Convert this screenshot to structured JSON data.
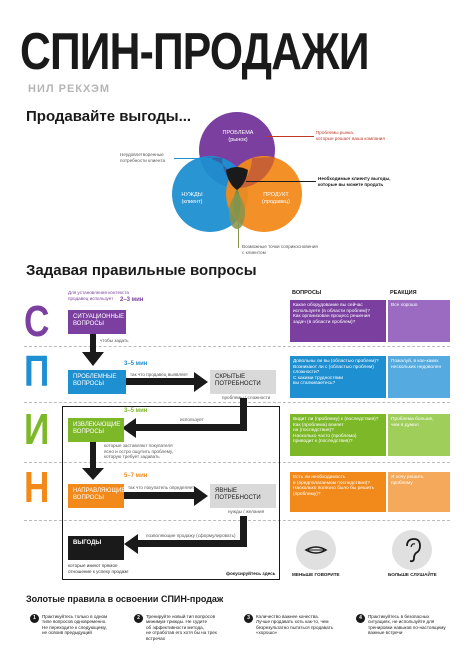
{
  "header": {
    "title": "СПИН-ПРОДАЖИ",
    "author": "НИЛ РЕКХЭМ"
  },
  "venn": {
    "heading": "Продавайте выгоды...",
    "problem": "ПРОБЛЕМА\n(рынок)",
    "need": "НУЖДЫ\n(клиент)",
    "product": "ПРОДУКТ\n(продавец)",
    "note_left": "Неудовлетворенные\nпотребности клиента",
    "note_top": "Проблемы рынка,\nкоторые решает ваша компания",
    "note_right": "Необходимые клиенту выгоды,\nкоторые вы можете продать",
    "note_bottom": "Возможные точки соприкосновения\nс клиентом",
    "colors": {
      "problem": "#7b3fa0",
      "need": "#1e8fd1",
      "product": "#f28a1b",
      "center": "#1a1a1a"
    }
  },
  "spin": {
    "heading": "Задавая правильные вопросы",
    "col_questions": "ВОПРОСЫ",
    "col_reaction": "РЕАКЦИЯ",
    "letters": [
      "С",
      "П",
      "И",
      "Н"
    ],
    "letter_colors": [
      "#7b3fa0",
      "#1e8fd1",
      "#7db829",
      "#f28a1b"
    ],
    "intro_note": "Для установления контекста\nпродавец использует",
    "s_time": "2–3 мин",
    "s_box": "СИТУАЦИОННЫЕ\nВОПРОСЫ",
    "s_arrow_note": "чтобы задать",
    "p_time": "3–5 мин",
    "p_box": "ПРОБЛЕМНЫЕ\nВОПРОСЫ",
    "p_arrow_note": "так что продавец выявляет",
    "hidden_box": "СКРЫТЫЕ\nПОТРЕБНОСТИ",
    "hidden_sub": "проблемы / сложности",
    "i_time": "3–5 мин",
    "i_box": "ИЗВЛЕКАЮЩИЕ\nВОПРОСЫ",
    "i_arrow_note": "использует",
    "i_note": "которые заставляют покупателя\nясно и остро ощутить проблему,\nкоторую требует задавать",
    "n_time": "5–7 мин",
    "n_box": "НАПРАВЛЯЮЩИЕ\nВОПРОСЫ",
    "n_arrow_note": "так что покупатель определяет",
    "explicit_box": "ЯВНЫЕ\nПОТРЕБНОСТИ",
    "explicit_sub": "нужды / желания",
    "benefits_box": "ВЫГОДЫ",
    "benefits_note": "позволяющие продажу (сформулировать)",
    "bottom_note": "которые имеют прямое\nотношение к успеху продаж!",
    "focus": "фокусируйтесь здесь",
    "q_s": "Какое оборудование вы сейчас\nиспользуете (в области проблем)?\nКак организован процесс решения\nзадач (в области проблем)?",
    "r_s": "Все хорошо",
    "q_p": "Довольны ли вы (областью проблем)?\nВозникают ли с (областью проблем)\nсложности?\nС какими трудностями\nвы сталкиваетесь?",
    "r_p": "Пожалуй, в кое-каких\nнескольких недоволен",
    "q_i": "Видит ли (проблему) к (последствия)?\nКак (проблема) влияет\nна (последствия)?\nНасколько часто (проблема)\nприводит к (последствия)?",
    "r_i": "Проблема больше,\nчем я думал",
    "q_n": "Есть ли необходимость\nв (предполагаемом последствии)?\nНасколько полезно было бы решить\n(проблему)?",
    "r_n": "Я хочу решить\nпроблему",
    "less_talk": "МЕНЬШЕ ГОВОРИТЕ",
    "more_listen": "БОЛЬШЕ СЛУШАЙТЕ"
  },
  "rules": {
    "heading": "Золотые правила в освоении СПИН-продаж",
    "items": [
      {
        "num": "1",
        "text": "Практикуйтесь только в одном\nтипе вопросов одновременно.\nНе переходите к следующему,\nне освоив предыдущий"
      },
      {
        "num": "2",
        "text": "Тренируйте новый тип вопросов\nминимум трижды. Не судите\nоб эффективности метода,\nне отработав его хотя бы на трех\nвстречах"
      },
      {
        "num": "3",
        "text": "Количество важнее качества.\nЛучше продавать хоть как-то, чем\nбезрезультатно пытаться продавать\n«хорошо»"
      },
      {
        "num": "4",
        "text": "Практикуйтесь в безопасных\nситуациях, не используйте для\nтренировки навыков по-настоящему\nважные встречи"
      }
    ]
  }
}
